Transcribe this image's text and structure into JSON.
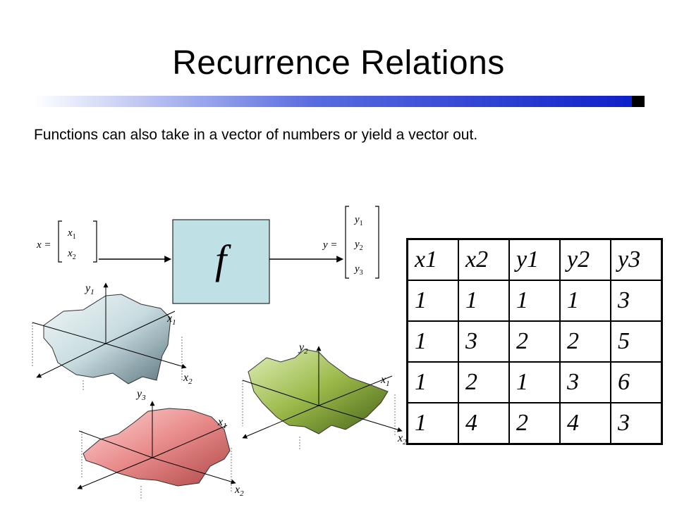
{
  "slide": {
    "title": "Recurrence Relations",
    "subtitle": "Functions can also take in a vector of numbers or yield a vector out.",
    "accent_color": "#1428d0"
  },
  "diagram": {
    "function_label": "f",
    "input_equation": {
      "lhs": "x =",
      "entries": [
        "x",
        "x"
      ],
      "subscripts": [
        "1",
        "2"
      ]
    },
    "output_equation": {
      "lhs": "y =",
      "entries": [
        "y",
        "y",
        "y"
      ],
      "subscripts": [
        "1",
        "2",
        "3"
      ]
    },
    "surfaces": [
      {
        "name": "y1-surface",
        "color": "#c8dce0",
        "axis_labels": {
          "y": [
            "y",
            "1"
          ],
          "x1": [
            "x",
            "1"
          ],
          "x2": [
            "x",
            "2"
          ]
        }
      },
      {
        "name": "y2-surface",
        "color": "#9ab848",
        "axis_labels": {
          "y": [
            "y",
            "2"
          ],
          "x1": [
            "x",
            "1"
          ],
          "x2": [
            "x",
            "2"
          ]
        }
      },
      {
        "name": "y3-surface",
        "color": "#e88a8a",
        "axis_labels": {
          "y": [
            "y",
            "3"
          ],
          "x1": [
            "x",
            "1"
          ],
          "x2": [
            "x",
            "2"
          ]
        }
      }
    ]
  },
  "table": {
    "headers": [
      "x1",
      "x2",
      "y1",
      "y2",
      "y3"
    ],
    "rows": [
      [
        "1",
        "1",
        "1",
        "1",
        "3"
      ],
      [
        "1",
        "3",
        "2",
        "2",
        "5"
      ],
      [
        "1",
        "2",
        "1",
        "3",
        "6"
      ],
      [
        "1",
        "4",
        "2",
        "4",
        "3"
      ]
    ]
  }
}
